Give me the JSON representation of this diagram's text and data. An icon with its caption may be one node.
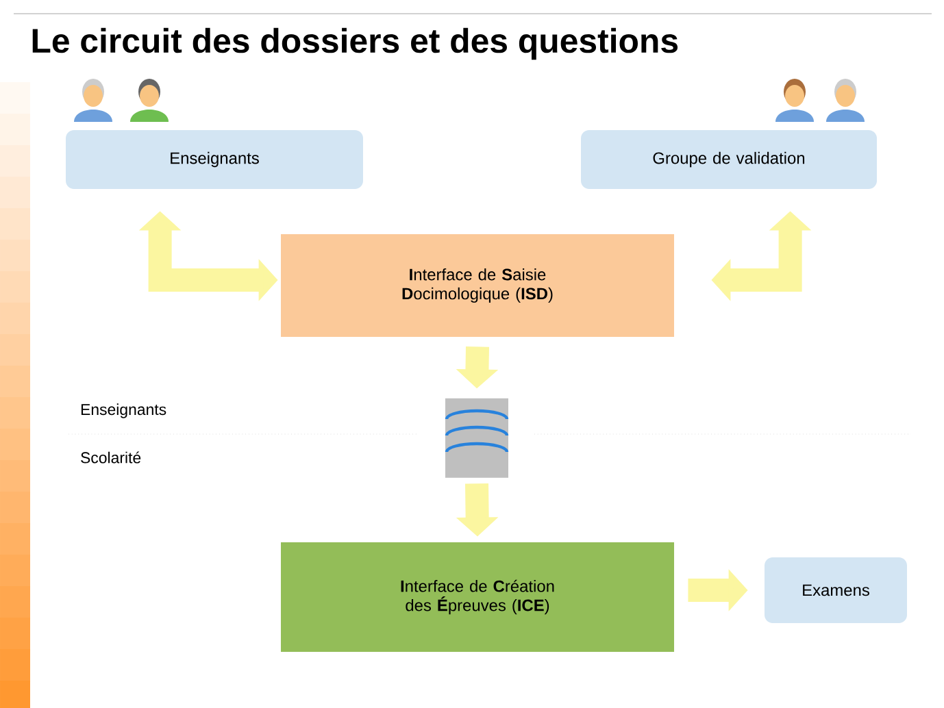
{
  "diagram": {
    "title": "Le circuit des dossiers et des questions",
    "nodes": [
      {
        "text": [
          "Enseignants"
        ]
      },
      {
        "text": [
          "Groupe de validation"
        ]
      },
      {
        "text": [
          "**I**nterface de **S**aisie **D**ocimologique (**ISD**)"
        ]
      },
      {
        "text": [],
        "shape": "cylinder"
      },
      {
        "text": [
          "**I**nterface de **C**réation des **É**preuves (**ICE**)"
        ]
      },
      {
        "text": [
          "Examens"
        ]
      }
    ],
    "edges": [
      {
        "from": 0,
        "to": 2,
        "arrow": "both"
      },
      {
        "from": 1,
        "to": 2,
        "arrow": "both"
      },
      {
        "from": 2,
        "to": 3,
        "arrow": "to"
      },
      {
        "from": 3,
        "to": 4,
        "arrow": "to"
      },
      {
        "from": 4,
        "to": 5,
        "arrow": "to"
      }
    ],
    "labels": [
      "Enseignants",
      "Scolarité"
    ]
  }
}
